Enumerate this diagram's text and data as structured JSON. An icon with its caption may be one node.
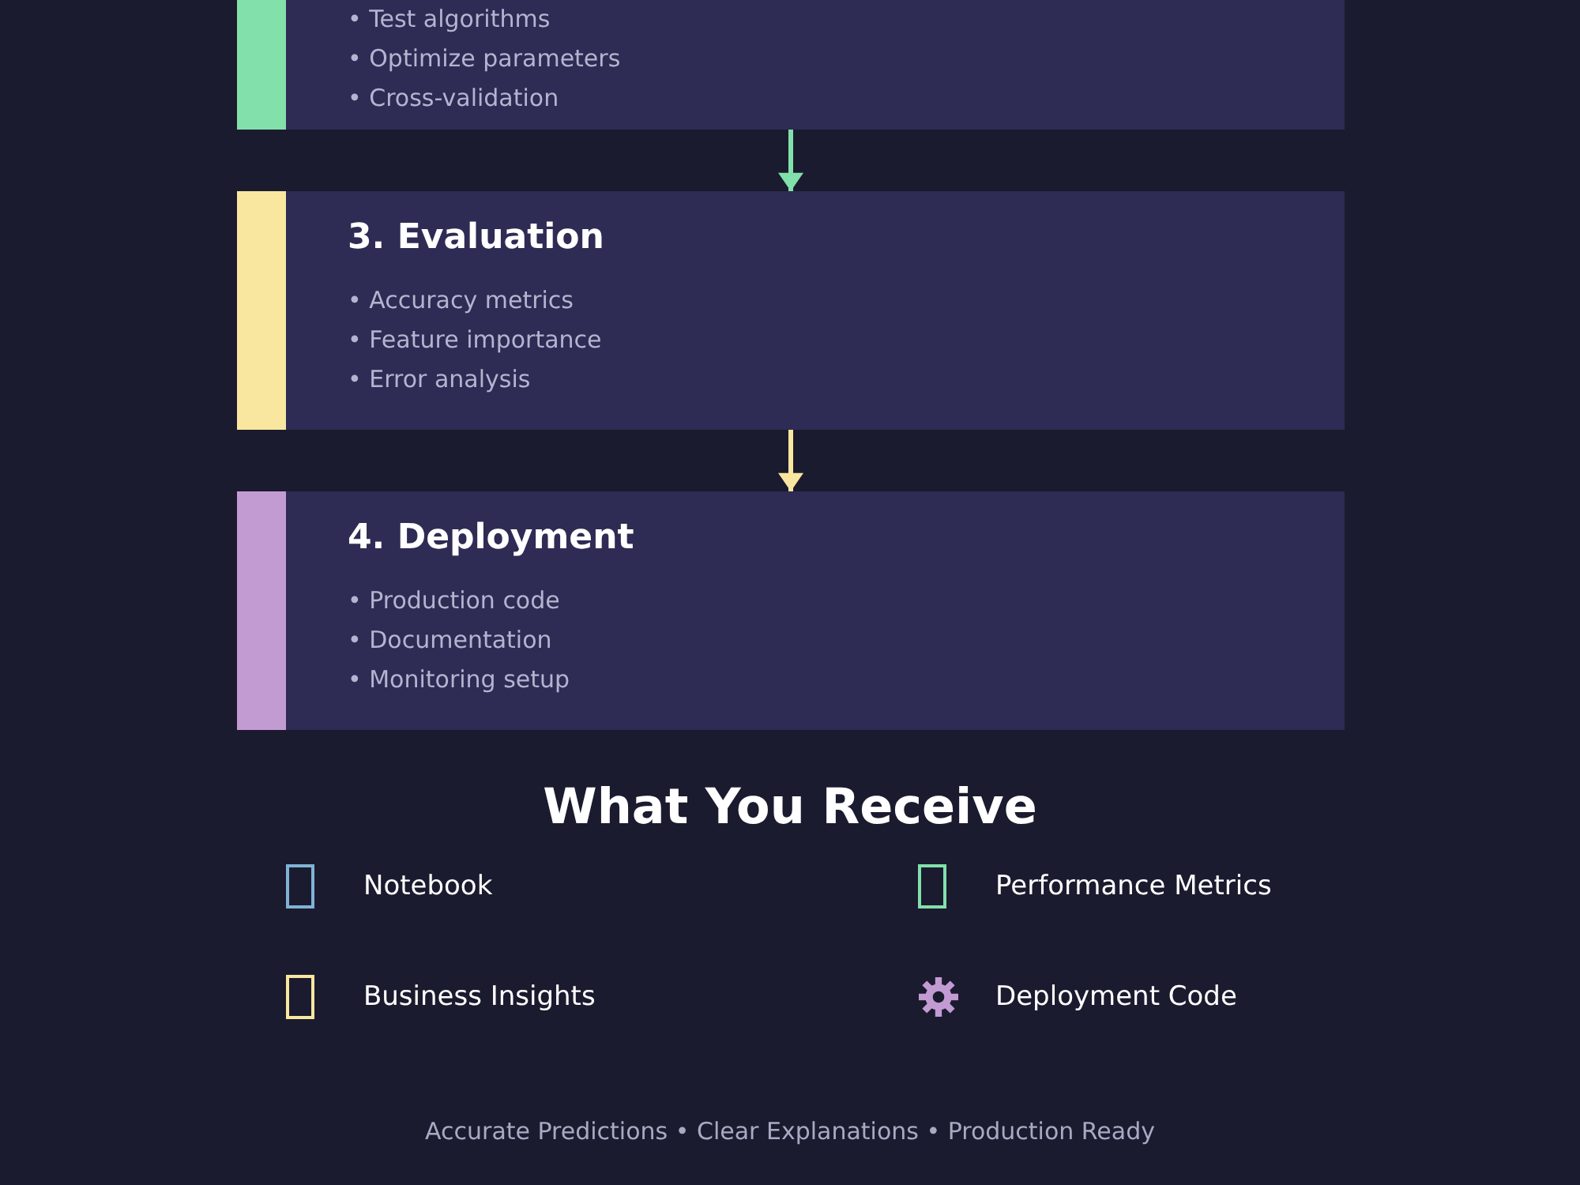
{
  "diagram": {
    "nodes": [
      {
        "text": [
          "• Test algorithms",
          "• Optimize parameters",
          "• Cross-validation"
        ]
      },
      {
        "text": [
          "3. Evaluation",
          "• Accuracy metrics",
          "• Feature importance",
          "• Error analysis"
        ]
      },
      {
        "text": [
          "4. Deployment",
          "• Production code",
          "• Documentation",
          "• Monitoring setup"
        ]
      }
    ],
    "edges": [
      {
        "from": 0,
        "to": 1,
        "arrow": "to",
        "color": "#82e0aa"
      },
      {
        "from": 1,
        "to": 2,
        "arrow": "to",
        "color": "#f9e79f"
      }
    ],
    "labels": [
      "What You Receive",
      "Notebook",
      "Performance Metrics",
      "Business Insights",
      "Deployment Code",
      "Accurate Predictions • Clear Explanations • Production Ready"
    ]
  }
}
